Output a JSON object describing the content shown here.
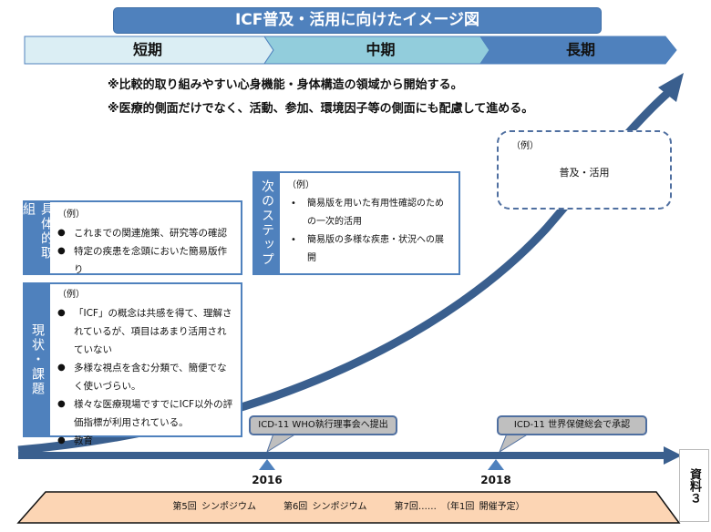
{
  "title": "ICF普及・活用に向けたイメージ図",
  "phases": [
    "短期",
    "中期",
    "長期"
  ],
  "notes": [
    "※比較的取り組みやすい心身機能・身体構造の領域から開始する。",
    "※医療的側面だけでなく、活動、参加、環境因子等の側面にも配慮して進める。"
  ],
  "concrete": {
    "label": "具体的取組",
    "example": "（例）",
    "items": [
      "これまでの関連施策、研究等の確認",
      "特定の疾患を念頭においた簡易版作り"
    ]
  },
  "next": {
    "label": "次のステップ",
    "example": "（例）",
    "items": [
      "簡易版を用いた有用性確認のための一次的活用",
      "簡易版の多様な疾患・状況への展開"
    ]
  },
  "current": {
    "label": "現状・課題",
    "example": "（例）",
    "items": [
      "「ICF」の概念は共感を得て、理解されているが、項目はあまり活用されていない",
      "多様な視点を含む分類で、簡便でなく使いづらい。",
      "様々な医療現場ですでにICF以外の評価指標が利用されている。",
      "教育"
    ]
  },
  "goal": {
    "example": "（例）",
    "text": "普及・活用"
  },
  "callouts": [
    "ICD-11  WHO執行理事会へ提出",
    "ICD-11  世界保健総会で承認"
  ],
  "years": [
    "2016",
    "2018"
  ],
  "symposium": "第5回  シンポジウム　　　第6回  シンポジウム　　　第7回……  （年1回  開催予定）",
  "doc_label": "資料３",
  "colors": {
    "accent": "#4f81bd",
    "arrow": "#3a5f8e",
    "short": "#dbeef4",
    "mid": "#92cddc",
    "trap": "#fcd5b4"
  }
}
